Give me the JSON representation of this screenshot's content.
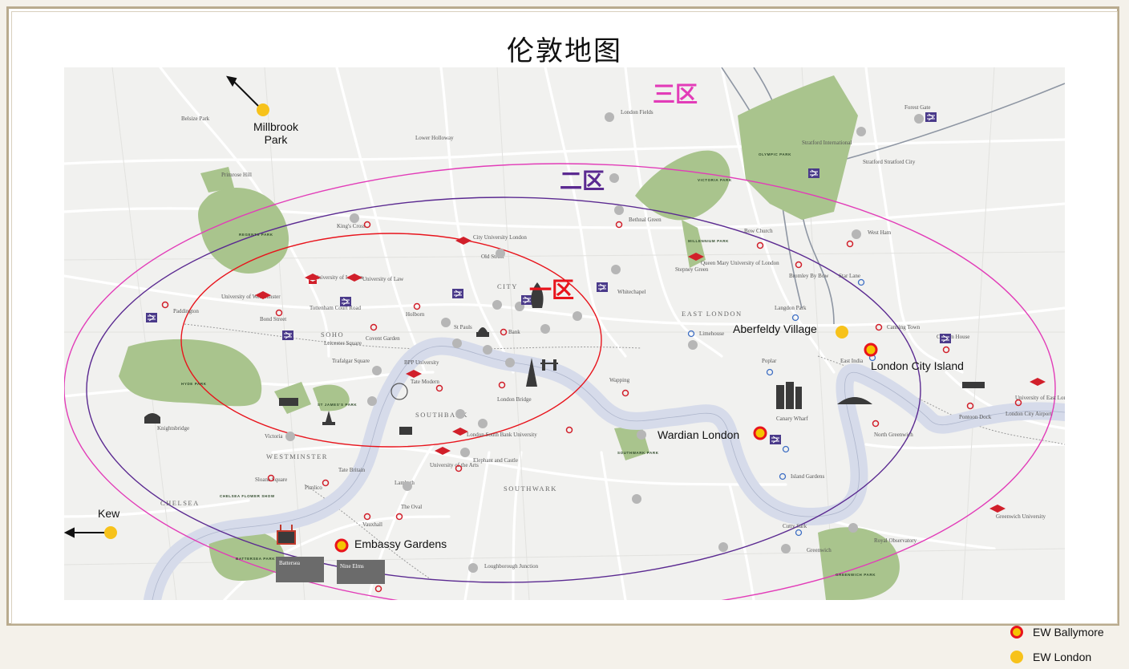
{
  "title": "伦敦地图",
  "zones": [
    {
      "label": "一区",
      "color": "#e8141c"
    },
    {
      "label": "二区",
      "color": "#5b2a91"
    },
    {
      "label": "三区",
      "color": "#e23cb8"
    }
  ],
  "projects": [
    {
      "name": "London City Island",
      "type": "ballymore"
    },
    {
      "name": "Wardian London",
      "type": "ballymore"
    },
    {
      "name": "Embassy Gardens",
      "type": "ballymore"
    },
    {
      "name": "Aberfeldy Village",
      "type": "london"
    },
    {
      "name": "Millbrook Park",
      "type": "london"
    },
    {
      "name": "Kew",
      "type": "london"
    }
  ],
  "legend": [
    {
      "label": "EW Ballymore",
      "type": "ballymore"
    },
    {
      "label": "EW London",
      "type": "london"
    }
  ],
  "colors": {
    "ballymore_fill": "#f5c400",
    "ballymore_ring": "#e8141c",
    "london_fill": "#f7c21b",
    "river": "#d6dbea",
    "park": "#a8c38c",
    "road": "#ffffff"
  },
  "districts": [
    "SOHO",
    "CITY",
    "SOUTHBANK",
    "WESTMINSTER",
    "SOUTHWARK",
    "CHELSEA",
    "EAST LONDON"
  ],
  "parks": [
    "REGENTS PARK",
    "HYDE PARK",
    "ST JAMES'S PARK",
    "VICTORIA PARK",
    "OLYMPIC PARK",
    "MILLENNIUM PARK",
    "BATTERSEA PARK",
    "GREENWICH PARK",
    "SOUTHWARK PARK",
    "CHELSEA FLOWER SHOW"
  ],
  "places": [
    "Belsize Park",
    "Primrose Hill",
    "King's Cross",
    "Lower Holloway",
    "London Fields",
    "Forest Gate",
    "Stratford International",
    "Stratford Stratford City",
    "West Ham",
    "Bethnal Green",
    "Bow Church",
    "Star Lane",
    "Bromley By Bow",
    "Stepney Green",
    "Whitechapel",
    "Langdon Park",
    "Limehouse",
    "Canning Town",
    "Custom House",
    "East India",
    "Poplar",
    "Canary Wharf",
    "Wapping",
    "Island Gardens",
    "Cutty Sark",
    "Greenwich",
    "Royal Observatory",
    "North Greenwich",
    "Pontoon Dock",
    "London City Airport",
    "Paddington",
    "Bond Street",
    "Tottenham Court Road",
    "Holborn",
    "St Pauls",
    "Bank",
    "Old Street",
    "Leicester Square",
    "Covent Garden",
    "Trafalgar Square",
    "Tate Modern",
    "London Bridge",
    "Knightsbridge",
    "Victoria",
    "Sloane Square",
    "Pimlico",
    "Tate Britain",
    "Lambeth",
    "The Oval",
    "Vauxhall",
    "Elephant and Castle",
    "Loughborough Junction"
  ],
  "universities": [
    "University of London",
    "University of Law",
    "University of Westminster",
    "City University London",
    "Queen Mary University of London",
    "BPP University",
    "London South Bank University",
    "University of the Arts",
    "University of East London",
    "Greenwich University"
  ],
  "panels": [
    "Battersea",
    "Nine Elms"
  ]
}
